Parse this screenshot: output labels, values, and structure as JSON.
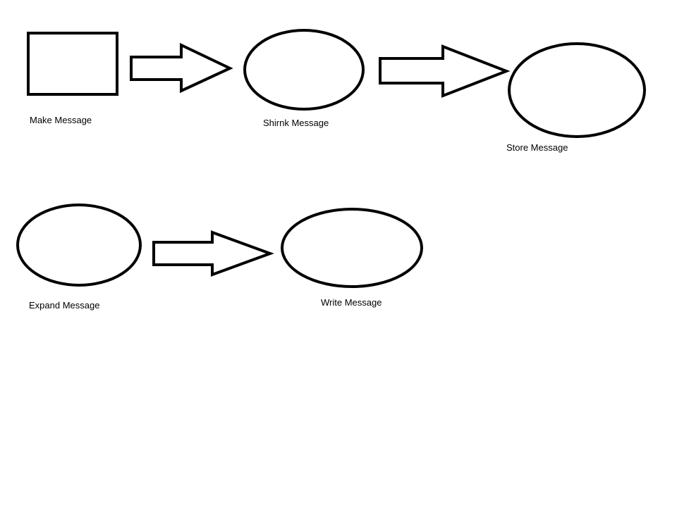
{
  "diagram": {
    "stroke_color": "#000000",
    "fill_color": "#ffffff",
    "nodes": [
      {
        "id": "make",
        "shape": "rectangle",
        "label": "Make Message"
      },
      {
        "id": "shrink",
        "shape": "ellipse",
        "label": "Shirnk Message"
      },
      {
        "id": "store",
        "shape": "ellipse",
        "label": "Store Message"
      },
      {
        "id": "expand",
        "shape": "ellipse",
        "label": "Expand Message"
      },
      {
        "id": "write",
        "shape": "ellipse",
        "label": "Write Message"
      }
    ],
    "edges": [
      {
        "from": "make",
        "to": "shrink"
      },
      {
        "from": "shrink",
        "to": "store"
      },
      {
        "from": "expand",
        "to": "write"
      }
    ]
  }
}
